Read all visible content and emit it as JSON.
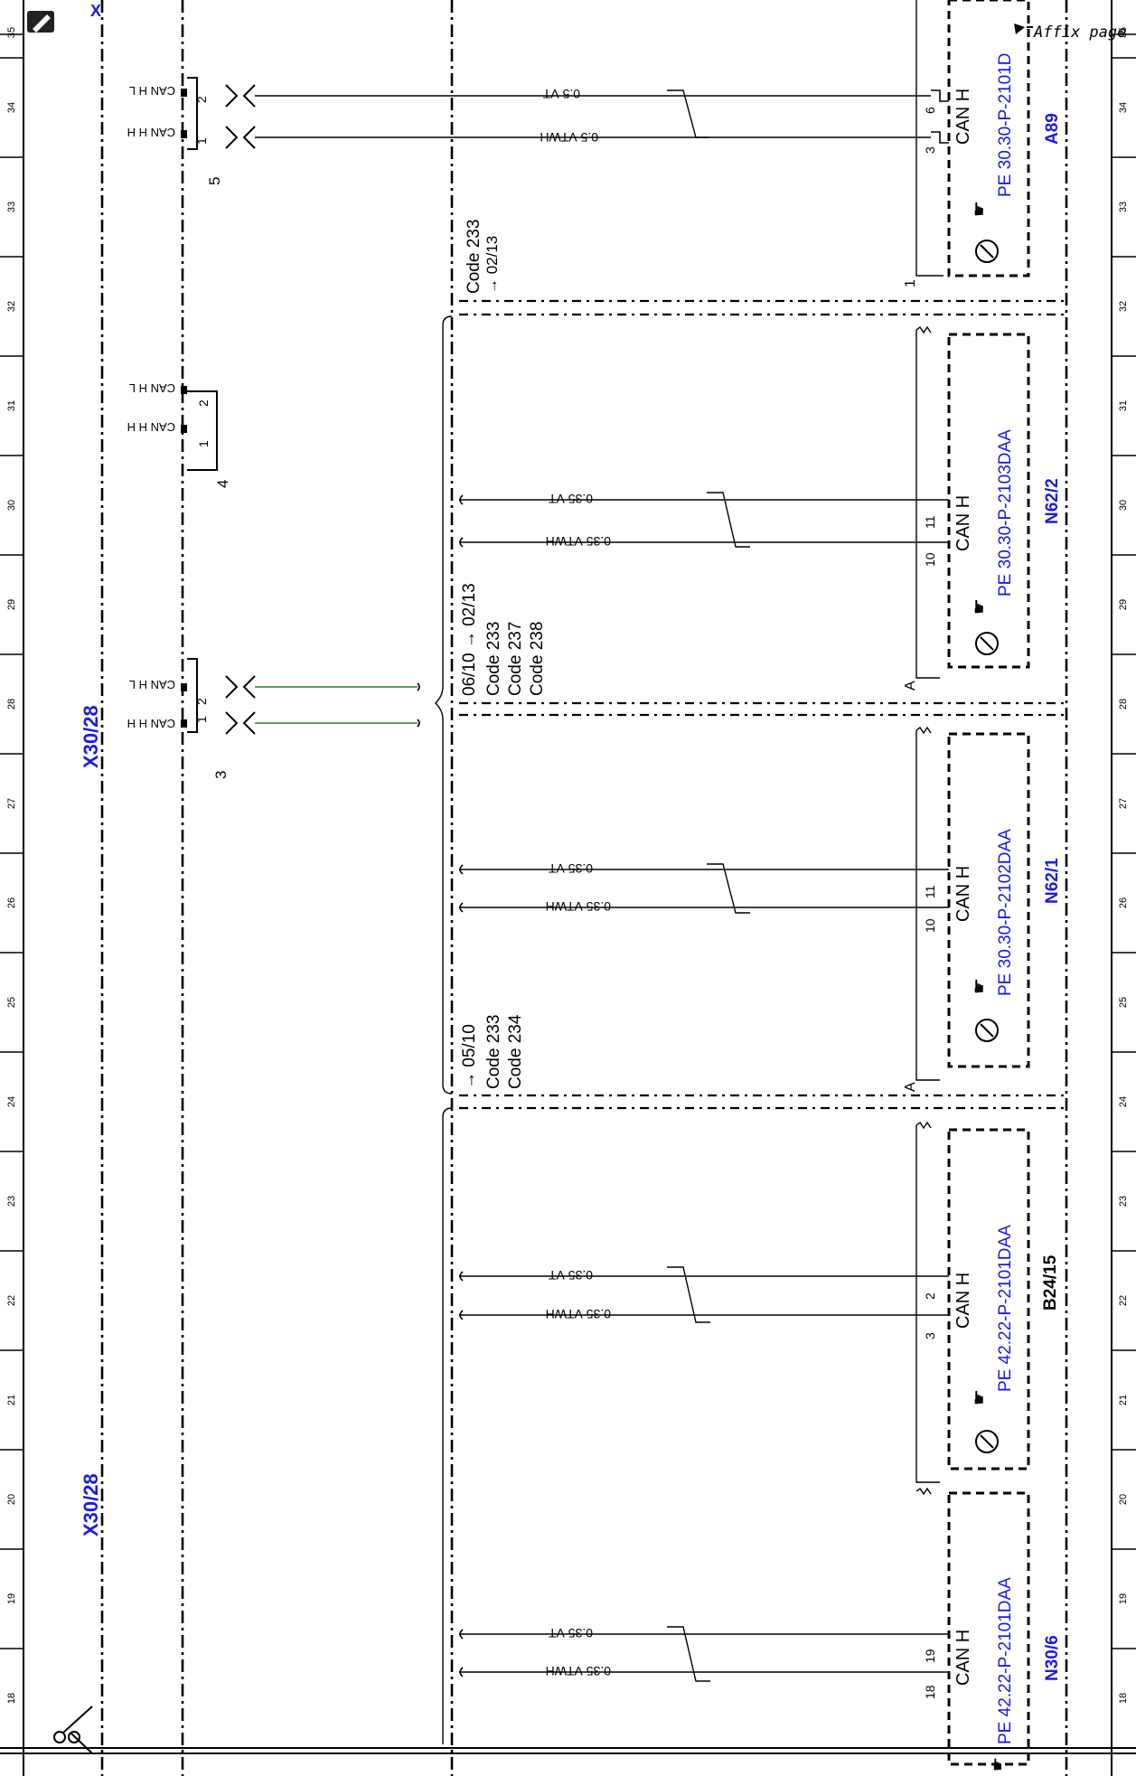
{
  "affix": "Affix page",
  "columns": [
    "18",
    "19",
    "20",
    "21",
    "22",
    "23",
    "24",
    "25",
    "26",
    "27",
    "28",
    "29",
    "30",
    "31",
    "32",
    "33",
    "34",
    "35"
  ],
  "left_top_letter": "X",
  "connectors": {
    "x3028_upper": "X30/28",
    "x3028_lower": "X30/28",
    "blocks": [
      {
        "num": "5",
        "pins": [
          {
            "n": "1",
            "sig": "CAN H H"
          },
          {
            "n": "2",
            "sig": "CAN H L"
          }
        ]
      },
      {
        "num": "4",
        "pins": [
          {
            "n": "1",
            "sig": "CAN H H"
          },
          {
            "n": "2",
            "sig": "CAN H L"
          }
        ]
      },
      {
        "num": "3",
        "pins": [
          {
            "n": "1",
            "sig": "CAN H H"
          },
          {
            "n": "2",
            "sig": "CAN H L"
          }
        ]
      }
    ]
  },
  "wires": {
    "a89_vt": "0.5 VT",
    "a89_vtwh": "0.5 VTWH",
    "vt035": "0.35 VT",
    "vtwh035": "0.35 VTWH"
  },
  "codes": {
    "a89": [
      "Code 233",
      "→ 02/13"
    ],
    "n622": [
      "06/10 → 02/13",
      "Code 233",
      "Code 237",
      "Code 238"
    ],
    "n621": [
      "→ 05/10",
      "Code 233",
      "Code 234"
    ]
  },
  "components": [
    {
      "id": "A89",
      "doc": "PE 30.30-P-2101D",
      "pins": [
        "6",
        "3"
      ],
      "bus": "CAN H",
      "tag": "1"
    },
    {
      "id": "N62/2",
      "doc": "PE 30.30-P-2103DAA",
      "pins": [
        "11",
        "10"
      ],
      "bus": "CAN H",
      "tag": "A"
    },
    {
      "id": "N62/1",
      "doc": "PE 30.30-P-2102DAA",
      "pins": [
        "11",
        "10"
      ],
      "bus": "CAN H",
      "tag": "A"
    },
    {
      "id": "B24/15",
      "doc": "PE 42.22-P-2101DAA",
      "pins": [
        "2",
        "3"
      ],
      "bus": "CAN H",
      "tag": ""
    },
    {
      "id": "N30/6",
      "doc": "PE 42.22-P-2101DAA",
      "pins": [
        "19",
        "18"
      ],
      "bus": "CAN H",
      "tag": ""
    }
  ]
}
